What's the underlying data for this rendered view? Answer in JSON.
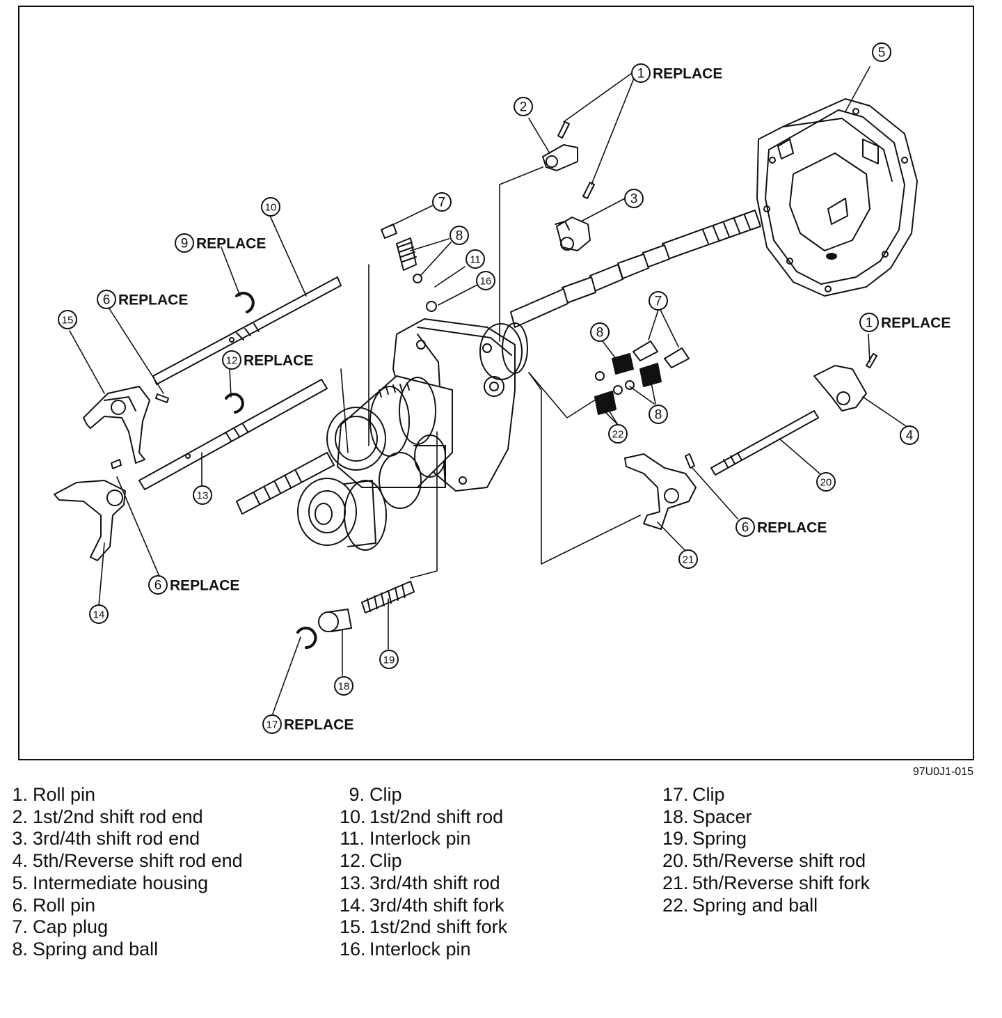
{
  "figure_id": "97U0J1-015",
  "callout_text": "REPLACE",
  "callouts": [
    {
      "id": "c1a",
      "num": "1",
      "replace": true
    },
    {
      "id": "c1b",
      "num": "1",
      "replace": true
    },
    {
      "id": "c2",
      "num": "2",
      "replace": false
    },
    {
      "id": "c3",
      "num": "3",
      "replace": false
    },
    {
      "id": "c4",
      "num": "4",
      "replace": false
    },
    {
      "id": "c5",
      "num": "5",
      "replace": false
    },
    {
      "id": "c6a",
      "num": "6",
      "replace": true
    },
    {
      "id": "c6b",
      "num": "6",
      "replace": true
    },
    {
      "id": "c6c",
      "num": "6",
      "replace": true
    },
    {
      "id": "c7a",
      "num": "7",
      "replace": false
    },
    {
      "id": "c7b",
      "num": "7",
      "replace": false
    },
    {
      "id": "c8a",
      "num": "8",
      "replace": false
    },
    {
      "id": "c8b",
      "num": "8",
      "replace": false
    },
    {
      "id": "c8c",
      "num": "8",
      "replace": false
    },
    {
      "id": "c9",
      "num": "9",
      "replace": true
    },
    {
      "id": "c10",
      "num": "10",
      "replace": false
    },
    {
      "id": "c11",
      "num": "11",
      "replace": false
    },
    {
      "id": "c12",
      "num": "12",
      "replace": true
    },
    {
      "id": "c13",
      "num": "13",
      "replace": false
    },
    {
      "id": "c14",
      "num": "14",
      "replace": false
    },
    {
      "id": "c15",
      "num": "15",
      "replace": false
    },
    {
      "id": "c16",
      "num": "16",
      "replace": false
    },
    {
      "id": "c17",
      "num": "17",
      "replace": true
    },
    {
      "id": "c18",
      "num": "18",
      "replace": false
    },
    {
      "id": "c19",
      "num": "19",
      "replace": false
    },
    {
      "id": "c20",
      "num": "20",
      "replace": false
    },
    {
      "id": "c21",
      "num": "21",
      "replace": false
    },
    {
      "id": "c22",
      "num": "22",
      "replace": false
    }
  ],
  "legend": {
    "col1": [
      {
        "num": "1.",
        "label": "Roll pin"
      },
      {
        "num": "2.",
        "label": "1st/2nd shift rod end"
      },
      {
        "num": "3.",
        "label": "3rd/4th shift rod end"
      },
      {
        "num": "4.",
        "label": "5th/Reverse shift rod end"
      },
      {
        "num": "5.",
        "label": "Intermediate housing"
      },
      {
        "num": "6.",
        "label": "Roll pin"
      },
      {
        "num": "7.",
        "label": "Cap plug"
      },
      {
        "num": "8.",
        "label": "Spring and ball"
      }
    ],
    "col2": [
      {
        "num": "9.",
        "label": "Clip"
      },
      {
        "num": "10.",
        "label": "1st/2nd shift rod"
      },
      {
        "num": "11.",
        "label": "Interlock pin"
      },
      {
        "num": "12.",
        "label": "Clip"
      },
      {
        "num": "13.",
        "label": "3rd/4th shift rod"
      },
      {
        "num": "14.",
        "label": "3rd/4th shift fork"
      },
      {
        "num": "15.",
        "label": "1st/2nd shift fork"
      },
      {
        "num": "16.",
        "label": "Interlock pin"
      }
    ],
    "col3": [
      {
        "num": "17.",
        "label": "Clip"
      },
      {
        "num": "18.",
        "label": "Spacer"
      },
      {
        "num": "19.",
        "label": "Spring"
      },
      {
        "num": "20.",
        "label": "5th/Reverse shift rod"
      },
      {
        "num": "21.",
        "label": "5th/Reverse shift fork"
      },
      {
        "num": "22.",
        "label": "Spring and ball"
      }
    ]
  }
}
